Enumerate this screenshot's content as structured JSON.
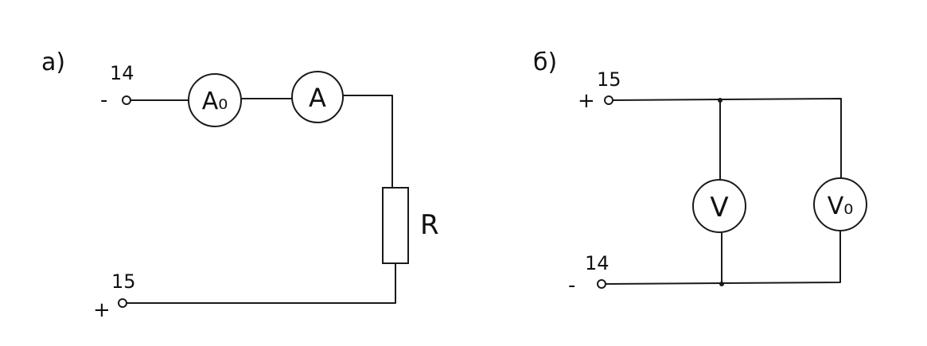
{
  "diagram_a": {
    "label": "a)",
    "terminal_top": {
      "number": "14",
      "sign": "-"
    },
    "terminal_bottom": {
      "number": "15",
      "sign": "+"
    },
    "meter_1": "A₀",
    "meter_2": "A",
    "resistor": "R"
  },
  "diagram_b": {
    "label": "б)",
    "terminal_top": {
      "number": "15",
      "sign": "+"
    },
    "terminal_bottom": {
      "number": "14",
      "sign": "-"
    },
    "meter_1": "V",
    "meter_2": "V₀"
  },
  "colors": {
    "ink": "#1a1a1a",
    "paper": "#ffffff"
  }
}
